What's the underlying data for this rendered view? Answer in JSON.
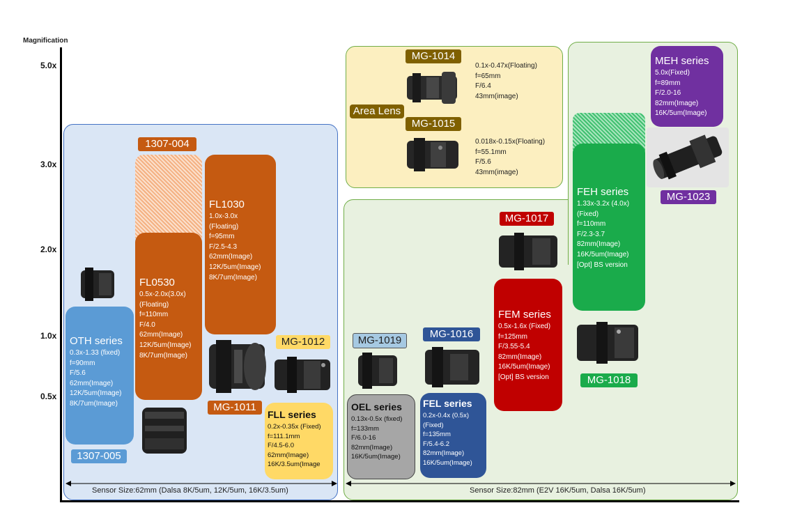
{
  "axis": {
    "ylabel": "Magnification",
    "ticks": [
      "5.0x",
      "3.0x",
      "2.0x",
      "1.0x",
      "0.5x"
    ]
  },
  "area_lens": {
    "label": "Area Lens",
    "mg1014": {
      "tag": "MG-1014",
      "specs": [
        "0.1x-0.47x(Floating)",
        "f=65mm",
        "F/6.4",
        "43mm(image)"
      ]
    },
    "mg1015": {
      "tag": "MG-1015",
      "specs": [
        "0.018x-0.15x(Floating)",
        "f=55.1mm",
        "F/5.6",
        "43mm(image)"
      ]
    }
  },
  "dalsa_group": {
    "tag_1307_004": "1307-004",
    "tag_1307_005": "1307-005",
    "oth": {
      "title": "OTH series",
      "specs": [
        "0.3x-1.33 (fixed)",
        "f=90mm",
        "F/5.6",
        "62mm(Image)",
        "12K/5um(Image)",
        "8K/7um(Image)"
      ]
    },
    "fl0530": {
      "title": "FL0530",
      "specs": [
        "0.5x-2.0x(3.0x)",
        "(Floating)",
        "f=110mm",
        "F/4.0",
        "62mm(Image)",
        "12K/5um(Image)",
        "8K/7um(Image)"
      ]
    },
    "fl1030": {
      "title": "FL1030",
      "specs": [
        "1.0x-3.0x",
        "(Floating)",
        "f=95mm",
        "F/2.5-4.3",
        "62mm(Image)",
        "12K/5um(Image)",
        "8K/7um(Image)"
      ]
    },
    "mg1011": "MG-1011",
    "mg1012": "MG-1012",
    "fll": {
      "title": "FLL series",
      "specs": [
        "0.2x-0.35x (Fixed)",
        "f=111.1mm",
        "F/4.5-6.0",
        "62mm(Image)",
        "16K/3.5um(Image"
      ]
    },
    "sensor": "Sensor Size:62mm (Dalsa 8K/5um, 12K/5um, 16K/3.5um)"
  },
  "e2v_group": {
    "mg1019": "MG-1019",
    "mg1016": "MG-1016",
    "mg1017": "MG-1017",
    "mg1018": "MG-1018",
    "oel": {
      "title": "OEL series",
      "specs": [
        "0.13x-0.5x (fixed)",
        "f=133mm",
        "F/6.0-16",
        "82mm(Image)",
        "16K/5um(Image)"
      ]
    },
    "fel": {
      "title": "FEL series",
      "specs": [
        "0.2x-0.4x (0.5x)",
        "(Fixed)",
        "f=135mm",
        "F/5.4-6.2",
        "82mm(Image)",
        "16K/5um(Image)"
      ]
    },
    "fem": {
      "title": "FEM series",
      "specs": [
        "0.5x-1.6x (Fixed)",
        "f=125mm",
        "F/3.55-5.4",
        "82mm(Image)",
        "16K/5um(Image)",
        "[Opt] BS version"
      ]
    },
    "sensor": "Sensor Size:82mm (E2V 16K/5um, Dalsa 16K/5um)"
  },
  "high_group": {
    "feh": {
      "title": "FEH series",
      "specs": [
        "1.33x-3.2x (4.0x)",
        "(Fixed)",
        "f=110mm",
        "F/2.3-3.7",
        "82mm(Image)",
        "16K/5um(Image)",
        "[Opt] BS version"
      ]
    },
    "meh": {
      "title": "MEH series",
      "specs": [
        "5.0x(Fixed)",
        "f=89mm",
        "F/2.0-16",
        "82mm(Image)",
        "16K/5um(Image)"
      ]
    },
    "mg1023": "MG-1023"
  },
  "colors": {
    "blue_region": "#dae6f5",
    "green_region": "#e8f1e0",
    "yellow_region": "#fcefc0",
    "orange": "#c55a11",
    "blue": "#5b9bd5",
    "navy": "#2f5597",
    "red": "#c00000",
    "green": "#1aab4b",
    "purple": "#7030a0",
    "gold": "#ffd966",
    "olive": "#7f6000",
    "grey": "#a6a6a6"
  }
}
